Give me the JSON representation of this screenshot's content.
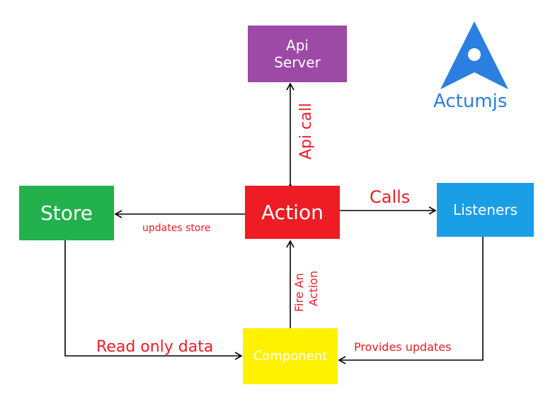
{
  "colors": {
    "api": "#9d4aa6",
    "action": "#ee1c24",
    "store": "#22b14c",
    "listeners": "#1a9ee6",
    "component": "#fff200",
    "component_text": "#ffffff",
    "label_red": "#ee1c24",
    "logo_blue": "#2b7fe0",
    "arrow": "#000000"
  },
  "boxes": {
    "api_line1": "Api",
    "api_line2": "Server",
    "action": "Action",
    "store": "Store",
    "listeners": "Listeners",
    "component": "Component"
  },
  "labels": {
    "api_call": "Api call",
    "calls": "Calls",
    "updates_store": "updates store",
    "read_only_data": "Read only data",
    "provides_updates": "Provides updates",
    "fire_line1": "Fire An",
    "fire_line2": "Action"
  },
  "logo": {
    "text": "Actumjs",
    "icon": "a-shaped-arrow-logo-icon"
  }
}
